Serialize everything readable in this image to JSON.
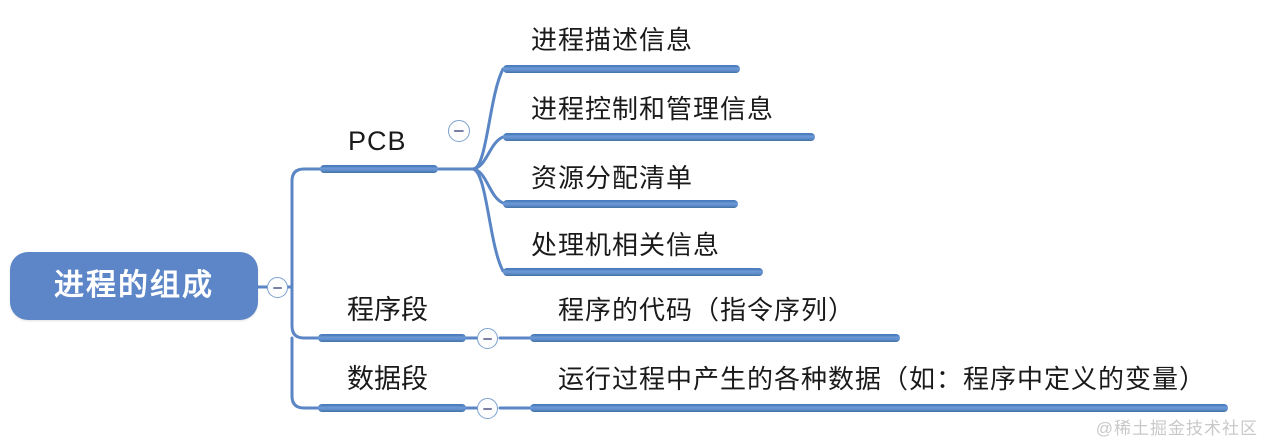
{
  "mindmap": {
    "root": {
      "label": "进程的组成",
      "toggle_icon": "collapse-minus-icon"
    },
    "branches": [
      {
        "label": "PCB",
        "toggle_icon": "collapse-minus-icon",
        "children": [
          {
            "label": "进程描述信息"
          },
          {
            "label": "进程控制和管理信息"
          },
          {
            "label": "资源分配清单"
          },
          {
            "label": "处理机相关信息"
          }
        ]
      },
      {
        "label": "程序段",
        "toggle_icon": "collapse-minus-icon",
        "children": [
          {
            "label": "程序的代码（指令序列）"
          }
        ]
      },
      {
        "label": "数据段",
        "toggle_icon": "collapse-minus-icon",
        "children": [
          {
            "label": "运行过程中产生的各种数据（如：程序中定义的变量）"
          }
        ]
      }
    ]
  },
  "watermark": {
    "text": "@稀土掘金技术社区"
  },
  "colors": {
    "root_fill": "#5c86c8",
    "bar_blue": "#4a7cbd",
    "bar_highlight": "#6d9ad6",
    "wire": "#5b86c5",
    "text": "#1a1a1a",
    "root_text": "#ffffff",
    "toggle_border": "#7ba0cf",
    "watermark": "#c9c9c9",
    "background": "#ffffff"
  }
}
